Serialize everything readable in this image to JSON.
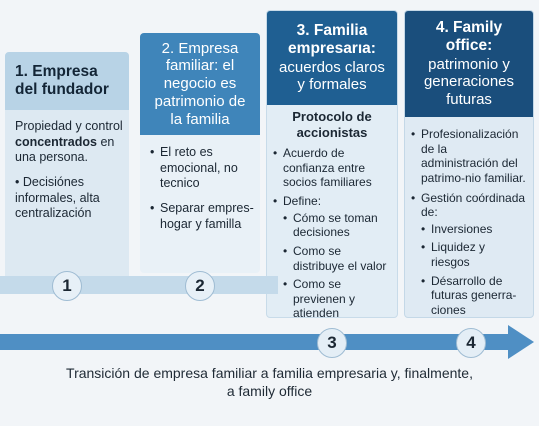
{
  "stages": [
    {
      "title_lines": [
        "1. Empresa",
        "del fundador"
      ],
      "body": [
        {
          "pre": "Propiedad y control ",
          "strong": "concentrados",
          "post": " en una persona."
        },
        {
          "pre": "• Decisiónes informales, alta centralización",
          "strong": "",
          "post": ""
        }
      ]
    },
    {
      "title_lines": [
        "2. Empresa",
        "familiar: el",
        "negocio es",
        "patrimonio de",
        "la familia"
      ],
      "bullets": [
        "El reto es emocional, no tecnico",
        "Separar empres-hogar y familla"
      ]
    },
    {
      "title_lines": [
        "3. Familia",
        "empresarıa:",
        "acuerdos claros",
        "y formales"
      ],
      "protocol_title": "Protocolo de accionistas",
      "bullets": [
        {
          "text": "Acuerdo de confianza entre socios familiares",
          "sub": []
        },
        {
          "text": "Define:",
          "sub": [
            "Cómo se toman decisiones",
            "Como se distribuye el valor",
            "Como se previenen y atienden conflictos."
          ]
        }
      ]
    },
    {
      "title_lines": [
        "4. Family",
        "office:",
        "patrimonio y",
        "generaciones",
        "futuras"
      ],
      "bullets": [
        {
          "text": "Profesionalización de la administración del patrimo-nio familiar.",
          "sub": []
        },
        {
          "text": "Gestión coórdinada de:",
          "sub": [
            "Inversiones",
            "Liquidez y riesgos",
            "Désarrollo de futuras generra-ciones"
          ]
        }
      ]
    }
  ],
  "markers": [
    "1",
    "2",
    "3",
    "4"
  ],
  "caption_lines": [
    "Transición de empresa familiar a familia empresaria y, finalmente,",
    "a family office"
  ],
  "colors": {
    "stage1_head": "#b8d3e6",
    "stage2_head": "#3f85ba",
    "stage3_head": "#1f5f92",
    "stage4_head": "#1a4e7c",
    "arrow": "#4f8fc4"
  }
}
